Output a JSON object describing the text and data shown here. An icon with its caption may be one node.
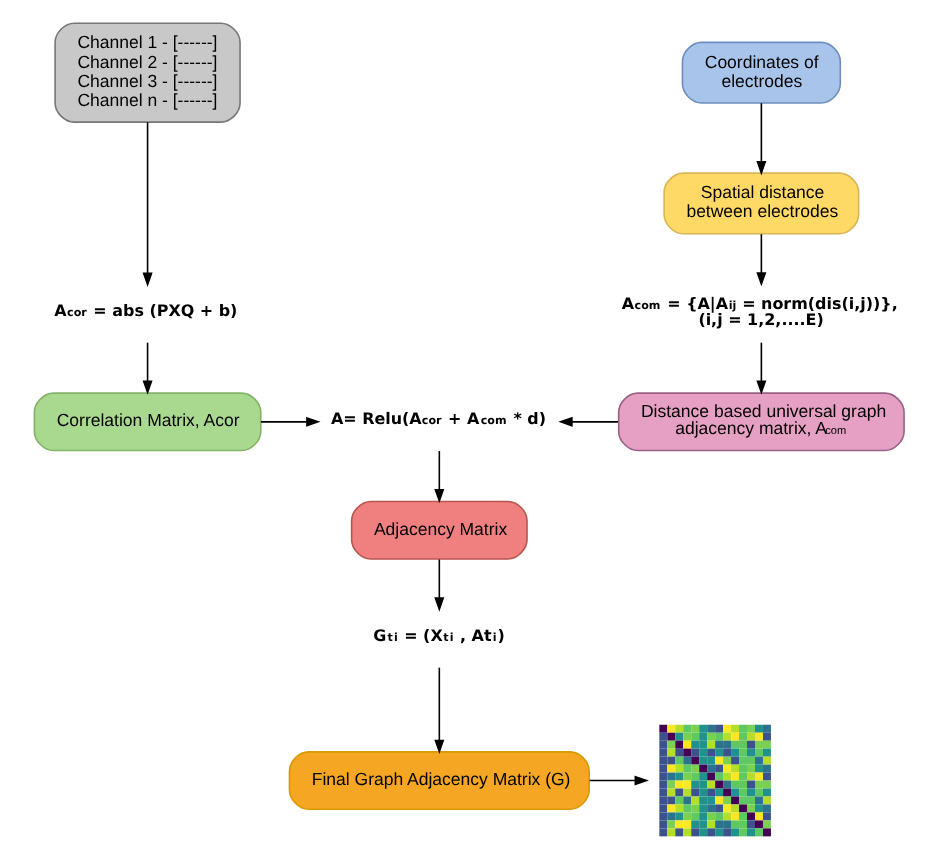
{
  "diagram": {
    "nodes": [
      {
        "text": [
          "Channel 1 - [------]",
          "Channel 2 - [------]",
          "Channel 3 - [------]",
          "Channel n - [------]"
        ]
      },
      {
        "text": [
          "A$_{cor}$ = abs (PXQ + b)"
        ]
      },
      {
        "text": [
          "Correlation Matrix, Acor"
        ]
      },
      {
        "text": [
          "Coordinates of electrodes"
        ]
      },
      {
        "text": [
          "Spatial distance between electrodes"
        ]
      },
      {
        "text": [
          "A$_{com}$ = {A|A$_{ij}$ = norm(dis(i,j))}, (i,j = 1,2,....E)"
        ]
      },
      {
        "text": [
          "Distance based universal graph adjacency matrix, A$_{com}$"
        ]
      },
      {
        "text": [
          "A= Relu(A$_{cor}$ + A$_{com}$ * d)"
        ]
      },
      {
        "text": [
          "Adjacency Matrix"
        ]
      },
      {
        "text": [
          "G$^{t}$$_{i}$ = (X$^{t}$$_{i}$ , At$_{i}$)"
        ]
      },
      {
        "text": [
          "Final Graph Adjacency Matrix (G)"
        ]
      },
      {
        "text": [],
        "shape": "picture"
      }
    ],
    "edges": [
      {
        "from": 0,
        "to": 1,
        "arrow": "to"
      },
      {
        "from": 1,
        "to": 2,
        "arrow": "to"
      },
      {
        "from": 2,
        "to": 7,
        "arrow": "to"
      },
      {
        "from": 3,
        "to": 4,
        "arrow": "to"
      },
      {
        "from": 4,
        "to": 5,
        "arrow": "to"
      },
      {
        "from": 5,
        "to": 6,
        "arrow": "to"
      },
      {
        "from": 6,
        "to": 7,
        "arrow": "to"
      },
      {
        "from": 7,
        "to": 8,
        "arrow": "to"
      },
      {
        "from": 8,
        "to": 9,
        "arrow": "to"
      },
      {
        "from": 9,
        "to": 10,
        "arrow": "to"
      },
      {
        "from": 10,
        "to": 11,
        "arrow": "to"
      }
    ]
  }
}
